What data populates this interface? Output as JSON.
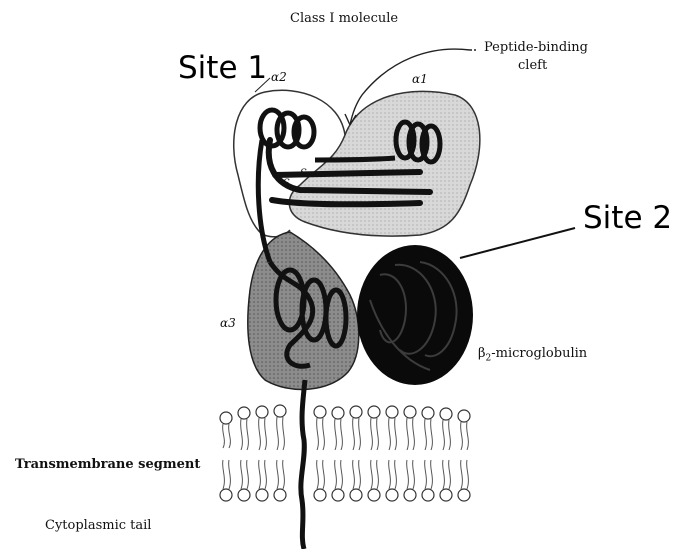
{
  "title": "Class I molecule",
  "labels": {
    "site1": "Site 1",
    "site2": "Site 2",
    "alpha2": "α2",
    "alpha1": "α1",
    "alpha3": "α3",
    "peptide_cleft_line1": "Peptide-binding",
    "peptide_cleft_line2": "cleft",
    "disulfide_left": "S",
    "disulfide_right": "S",
    "b2m_beta": "β",
    "b2m_sub": "2",
    "b2m_rest": "-microglobulin",
    "transmembrane": "Transmembrane segment",
    "cytoplasmic": "Cytoplasmic tail"
  },
  "colors": {
    "alpha1_fill": "#d2d2d2",
    "alpha3_fill": "#8a8a8a",
    "b2m_fill": "#0a0a0a",
    "chain": "#1a1a1a"
  }
}
